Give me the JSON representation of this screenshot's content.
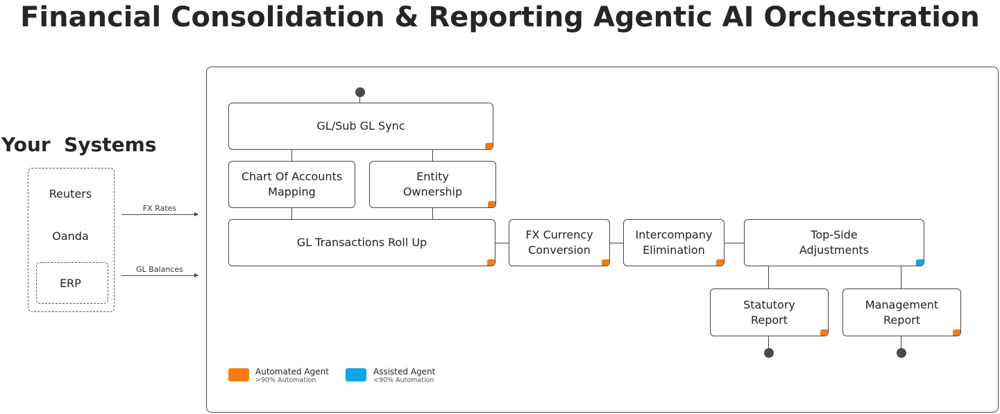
{
  "title": "Financial Consolidation & Reporting Agentic AI Orchestration",
  "your_systems": {
    "heading": "Your  Systems",
    "items": [
      "Reuters",
      "Oanda",
      "ERP"
    ]
  },
  "flows": {
    "fx_rates": "FX Rates",
    "gl_balances": "GL Balances"
  },
  "nodes": {
    "gl_sync": "GL/Sub GL Sync",
    "coa_mapping": "Chart Of Accounts\nMapping",
    "entity_ownership": "Entity\nOwnership",
    "gl_rollup": "GL Transactions Roll Up",
    "fx_conversion": "FX Currency\nConversion",
    "interco_elim": "Intercompany\nElimination",
    "top_side": "Top-Side\nAdjustments",
    "statutory": "Statutory\nReport",
    "management": "Management\nReport"
  },
  "agent_types": {
    "gl_sync": "automated",
    "coa_mapping": "none",
    "entity_ownership": "automated",
    "gl_rollup": "automated",
    "fx_conversion": "automated",
    "interco_elim": "automated",
    "top_side": "assisted",
    "statutory": "automated",
    "management": "automated"
  },
  "legend": {
    "automated": {
      "label": "Automated Agent",
      "sub": ">90% Automation"
    },
    "assisted": {
      "label": "Assisted Agent",
      "sub": "<90% Automation"
    }
  },
  "colors": {
    "automated": "#f57c10",
    "assisted": "#10a4e8"
  }
}
